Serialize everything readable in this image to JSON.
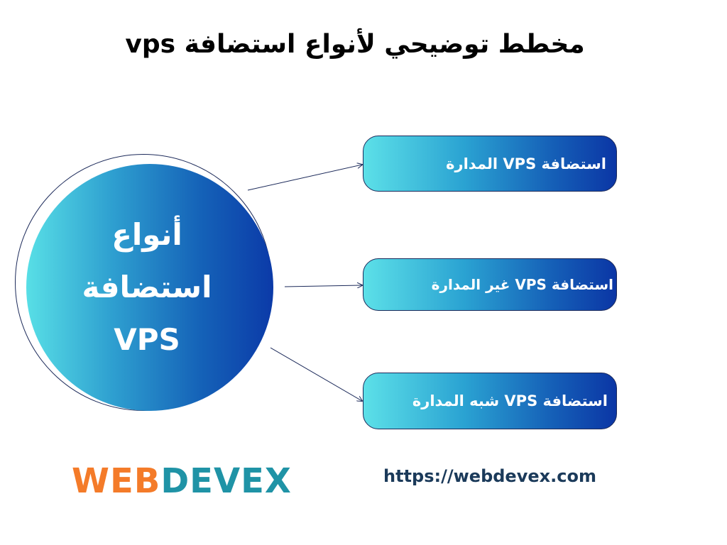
{
  "title": "مخطط توضيحي لأنواع استضافة vps",
  "center": {
    "line1": "أنواع",
    "line2": "استضافة",
    "line3": "VPS"
  },
  "nodes": [
    {
      "label": "استضافة VPS المدارة"
    },
    {
      "label": "استضافة VPS غير المدارة"
    },
    {
      "label": "استضافة VPS شبه المدارة"
    }
  ],
  "logo": {
    "part1": "WEB",
    "part2": "DEVEX"
  },
  "url": "https://webdevex.com",
  "colors": {
    "gradient_start": "#58dfe6",
    "gradient_end": "#0b3aa8",
    "logo_orange": "#f47b29",
    "logo_teal": "#1f93a6",
    "line": "#1c2a5a"
  }
}
